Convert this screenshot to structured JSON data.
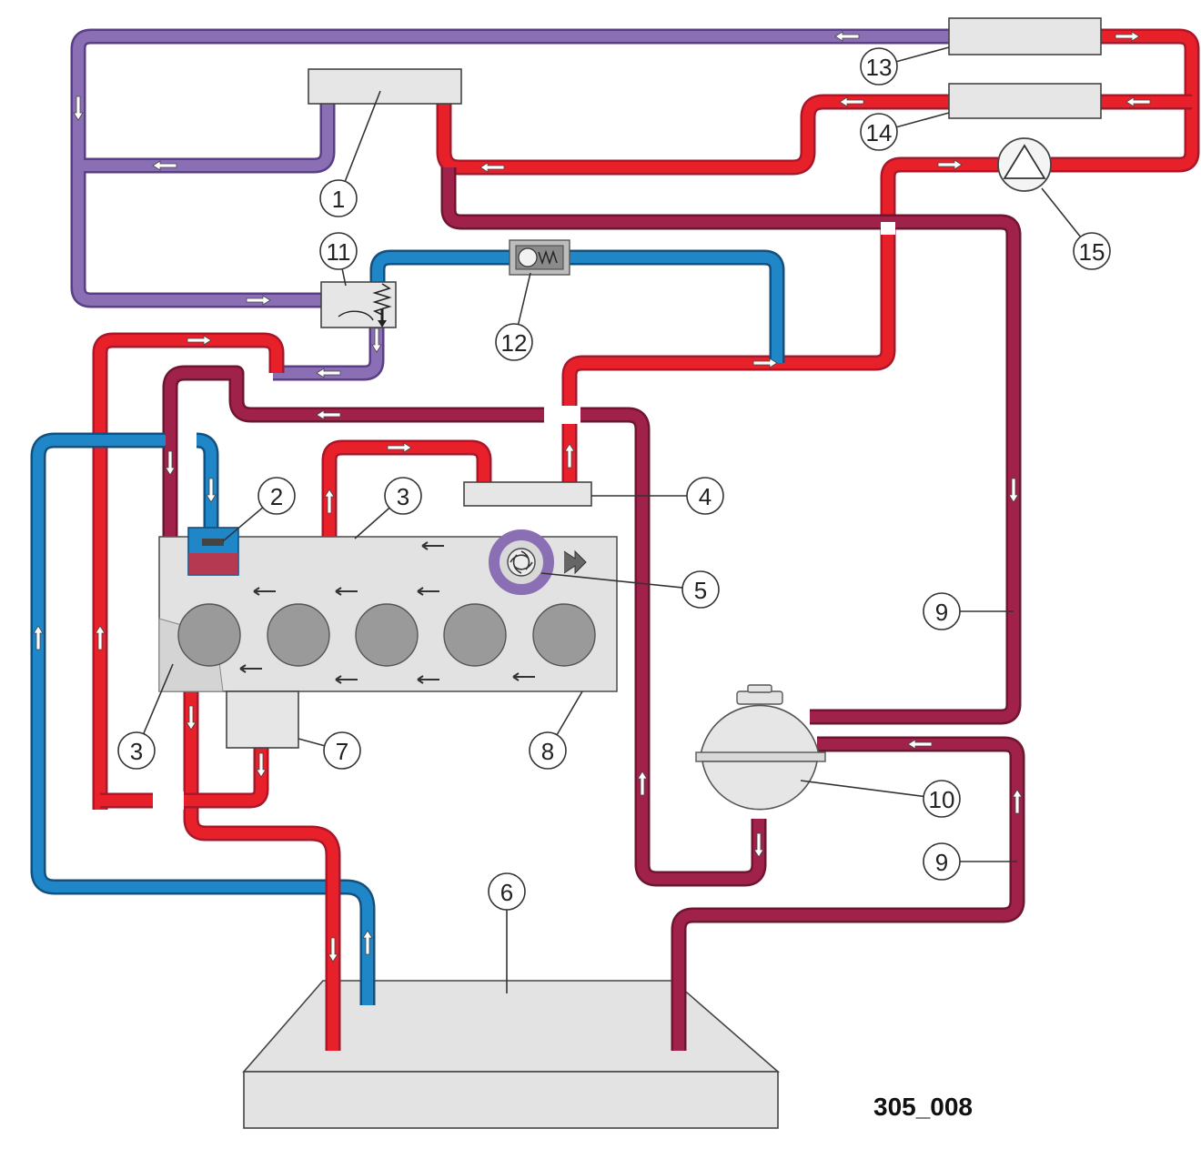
{
  "figure_id": "305_008",
  "colors": {
    "red": "#e8202a",
    "red_dark": "#a8182a",
    "maroon": "#a0224a",
    "maroon_dark": "#6e1630",
    "blue": "#1f86c8",
    "blue_dark": "#14507e",
    "purple": "#8a6fb4",
    "purple_dark": "#5a3f86",
    "component": "#e6e6e6",
    "engine": "#e2e2e2",
    "cylinder": "#9a9a9a"
  },
  "callouts": [
    {
      "id": "c1",
      "label": "1"
    },
    {
      "id": "c2",
      "label": "2"
    },
    {
      "id": "c3a",
      "label": "3"
    },
    {
      "id": "c3b",
      "label": "3"
    },
    {
      "id": "c4",
      "label": "4"
    },
    {
      "id": "c5",
      "label": "5"
    },
    {
      "id": "c6",
      "label": "6"
    },
    {
      "id": "c7",
      "label": "7"
    },
    {
      "id": "c8",
      "label": "8"
    },
    {
      "id": "c9a",
      "label": "9"
    },
    {
      "id": "c9b",
      "label": "9"
    },
    {
      "id": "c10",
      "label": "10"
    },
    {
      "id": "c11",
      "label": "11"
    },
    {
      "id": "c12",
      "label": "12"
    },
    {
      "id": "c13",
      "label": "13"
    },
    {
      "id": "c14",
      "label": "14"
    },
    {
      "id": "c15",
      "label": "15"
    }
  ]
}
